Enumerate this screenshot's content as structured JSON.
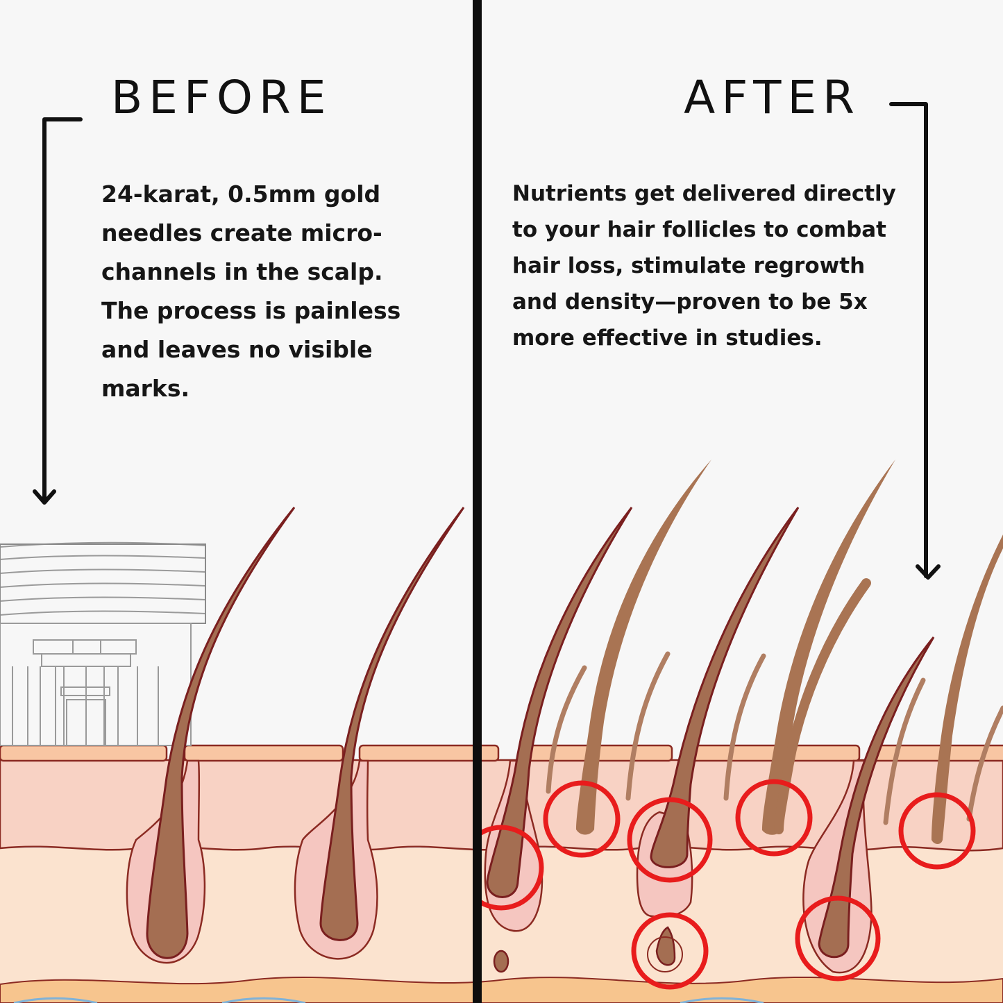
{
  "before": {
    "title": "BEFORE",
    "description": "24-karat, 0.5mm gold needles create micro-channels in the scalp. The process is painless and leaves no visible marks."
  },
  "after": {
    "title": "AFTER",
    "description": "Nutrients get delivered directly to your hair follicles to combat hair loss, stimulate regrowth and density—proven to be 5x more effective in studies."
  },
  "colors": {
    "background": "#f7f7f7",
    "ink": "#111111",
    "hair": "#a46e52",
    "hair_outline": "#7a1f1f",
    "epidermis": "#f9c9ae",
    "dermis": "#fbe0cc",
    "highlight_circle": "#e81c1c"
  }
}
